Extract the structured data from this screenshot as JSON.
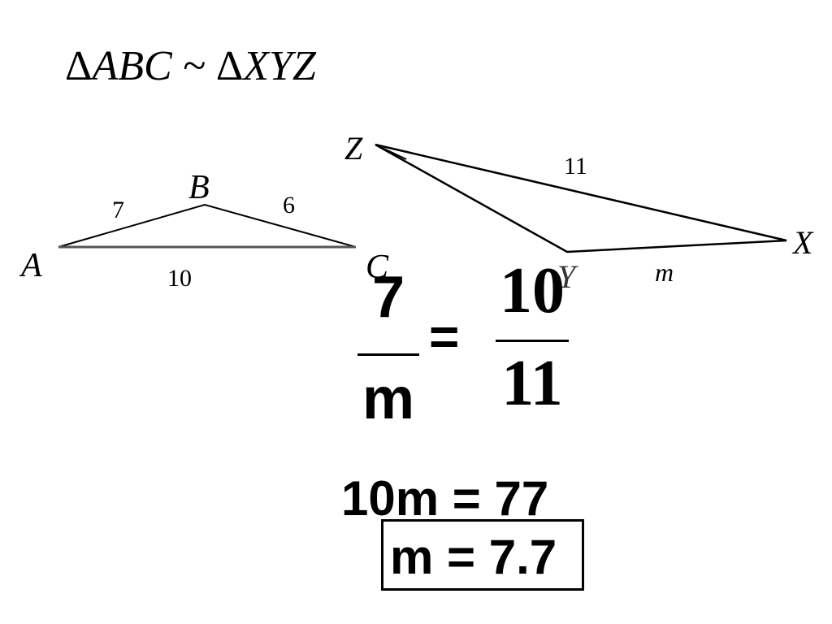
{
  "title": {
    "delta_1": "Δ",
    "tri_1": "ABC",
    "similar": " ~ ",
    "delta_2": "Δ",
    "tri_2": "XYZ"
  },
  "triangle_abc": {
    "vertex_a": "A",
    "vertex_b": "B",
    "vertex_c": "C",
    "side_ab": "7",
    "side_bc": "6",
    "side_ac": "10"
  },
  "triangle_xyz": {
    "vertex_x": "X",
    "vertex_y": "Y",
    "vertex_z": "Z",
    "side_zx": "11",
    "side_yx": "m"
  },
  "proportion": {
    "left_numerator": "7",
    "left_denominator": "m",
    "equals": "=",
    "right_numerator": "10",
    "right_denominator": "11"
  },
  "steps": {
    "cross_multiply": "10m = 77",
    "answer": "m = 7.7"
  }
}
